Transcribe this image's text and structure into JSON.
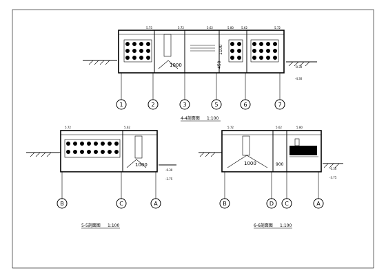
{
  "sheet": {
    "section_44": {
      "title": "4-4剖面图",
      "scale": "1:100",
      "axes": [
        "1",
        "2",
        "3",
        "5",
        "6",
        "7"
      ],
      "dims": [
        "1000",
        "1100",
        "450"
      ],
      "elevations": [
        "5.75",
        "5.72",
        "5.62",
        "5.80",
        "5.62",
        "5.72",
        "-0.30",
        "-4.30"
      ]
    },
    "section_55": {
      "title": "5-5剖面图",
      "scale": "1:100",
      "axes": [
        "B",
        "C",
        "A"
      ],
      "dims": [
        "1000"
      ],
      "elevations": [
        "5.72",
        "5.62",
        "-0.30",
        "-3.75"
      ]
    },
    "section_66": {
      "title": "6-6剖面图",
      "scale": "1:100",
      "axes": [
        "B",
        "D",
        "C",
        "A"
      ],
      "dims": [
        "1000",
        "900"
      ],
      "elevations": [
        "5.72",
        "5.62",
        "5.80",
        "-0.30",
        "-3.75"
      ]
    }
  }
}
